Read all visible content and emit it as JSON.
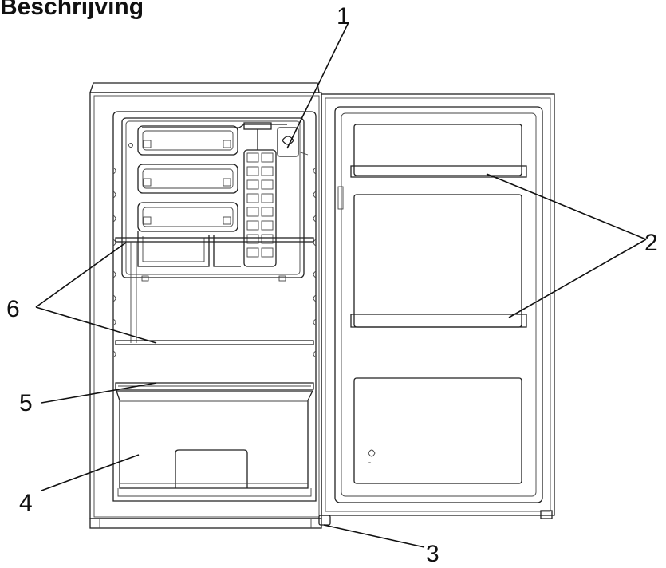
{
  "title": "Beschrijving",
  "callouts": [
    {
      "id": "1",
      "label": "1"
    },
    {
      "id": "2",
      "label": "2"
    },
    {
      "id": "3",
      "label": "3"
    },
    {
      "id": "4",
      "label": "4"
    },
    {
      "id": "5",
      "label": "5"
    },
    {
      "id": "6",
      "label": "6"
    }
  ]
}
